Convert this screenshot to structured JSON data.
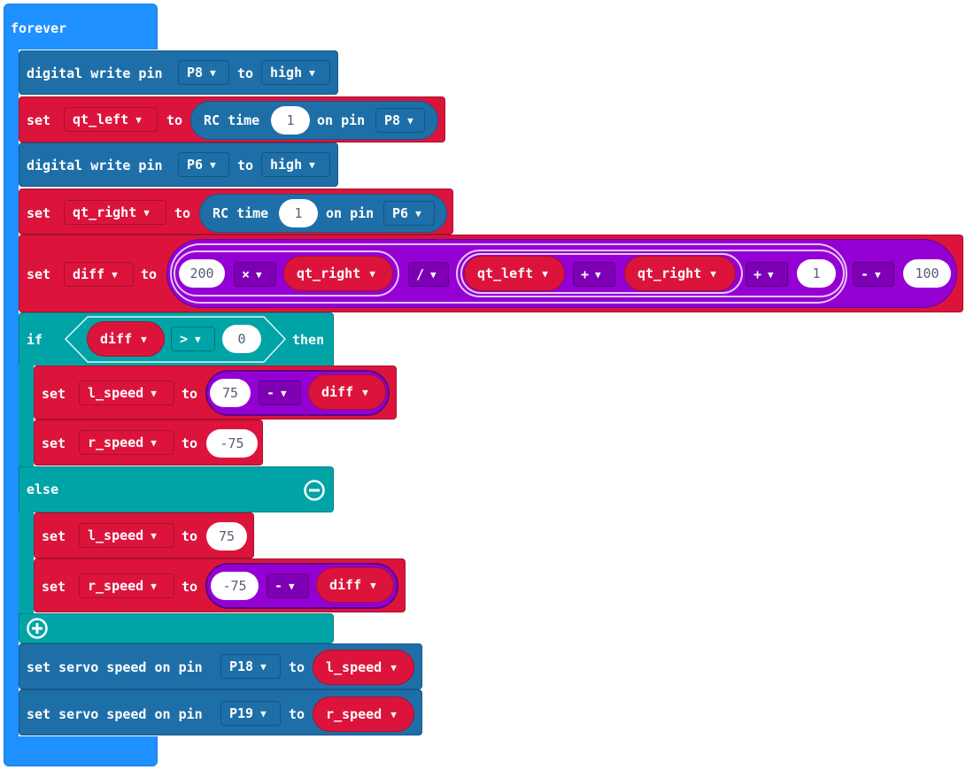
{
  "forever": {
    "label": "forever"
  },
  "blocks": {
    "dw1": {
      "label": "digital write pin",
      "pin": "P8",
      "to": "to",
      "value": "high"
    },
    "set_left": {
      "set": "set",
      "var": "qt_left",
      "to": "to",
      "rc_label": "RC time",
      "rc_value": "1",
      "on_pin": "on pin",
      "pin": "P8"
    },
    "dw2": {
      "label": "digital write pin",
      "pin": "P6",
      "to": "to",
      "value": "high"
    },
    "set_right": {
      "set": "set",
      "var": "qt_right",
      "to": "to",
      "rc_label": "RC time",
      "rc_value": "1",
      "on_pin": "on pin",
      "pin": "P6"
    },
    "set_diff": {
      "set": "set",
      "var": "diff",
      "to": "to",
      "n200": "200",
      "op_mul": "×",
      "v_right": "qt_right",
      "op_div": "/",
      "v_left": "qt_left",
      "op_plus1": "+",
      "v_right2": "qt_right",
      "op_plus2": "+",
      "n1": "1",
      "op_minus": "-",
      "n100": "100"
    },
    "if_block": {
      "if": "if",
      "cond_var": "diff",
      "cond_op": ">",
      "cond_val": "0",
      "then": "then",
      "else": "else",
      "then_l": {
        "set": "set",
        "var": "l_speed",
        "to": "to",
        "n": "75",
        "op": "-",
        "v": "diff"
      },
      "then_r": {
        "set": "set",
        "var": "r_speed",
        "to": "to",
        "n": "-75"
      },
      "else_l": {
        "set": "set",
        "var": "l_speed",
        "to": "to",
        "n": "75"
      },
      "else_r": {
        "set": "set",
        "var": "r_speed",
        "to": "to",
        "n": "-75",
        "op": "-",
        "v": "diff"
      }
    },
    "servo1": {
      "label": "set servo speed on pin",
      "pin": "P18",
      "to": "to",
      "var": "l_speed"
    },
    "servo2": {
      "label": "set servo speed on pin",
      "pin": "P19",
      "to": "to",
      "var": "r_speed"
    }
  },
  "colors": {
    "loops": "#1e90ff",
    "pins": "#1e6fa8",
    "variables": "#dc143c",
    "math": "#9400d3",
    "logic": "#00a4a6"
  },
  "icons": {
    "dropdown": "caret-down-icon",
    "else_remove": "minus-circle-icon",
    "if_add": "plus-circle-icon"
  }
}
